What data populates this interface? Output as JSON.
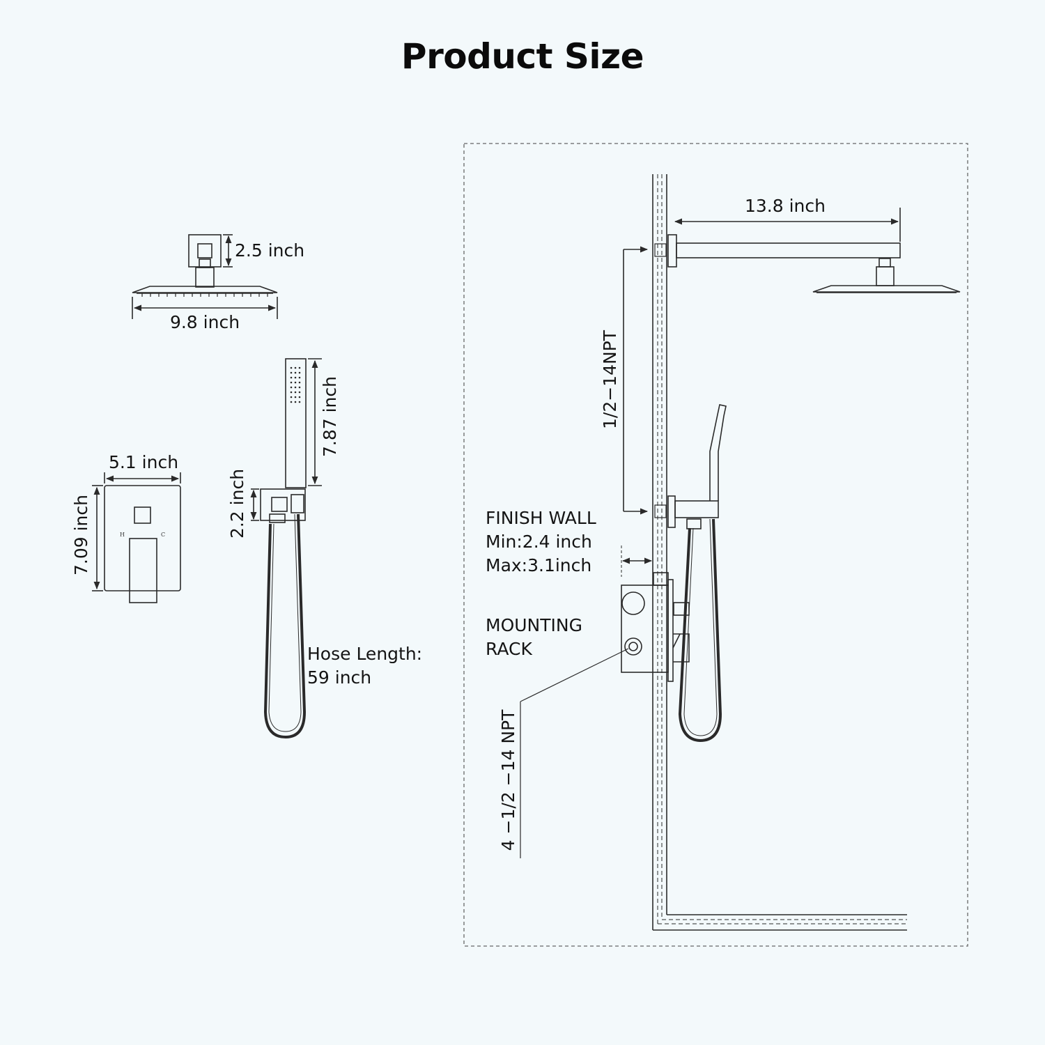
{
  "title": "Product Size",
  "dimensions": {
    "shower_head_height": "2.5 inch",
    "shower_head_width": "9.8 inch",
    "handheld_length": "7.87 inch",
    "holder_height": "2.2 inch",
    "valve_plate_width": "5.1 inch",
    "valve_plate_height": "7.09 inch",
    "hose_length_label": "Hose Length:",
    "hose_length_value": "59 inch",
    "shower_arm_length": "13.8 inch",
    "thread_outlet": "1/2−14NPT",
    "finish_wall_title": "FINISH WALL",
    "finish_wall_min": "Min:2.4 inch",
    "finish_wall_max": "Max:3.1inch",
    "mounting_rack_line1": "MOUNTING",
    "mounting_rack_line2": "RACK",
    "valve_thread": "4 −1/2 −14 NPT",
    "valve_hot": "H",
    "valve_cold": "C"
  },
  "colors": {
    "background": "#f3f9fb",
    "line": "#2a2a2a",
    "text": "#141414"
  }
}
